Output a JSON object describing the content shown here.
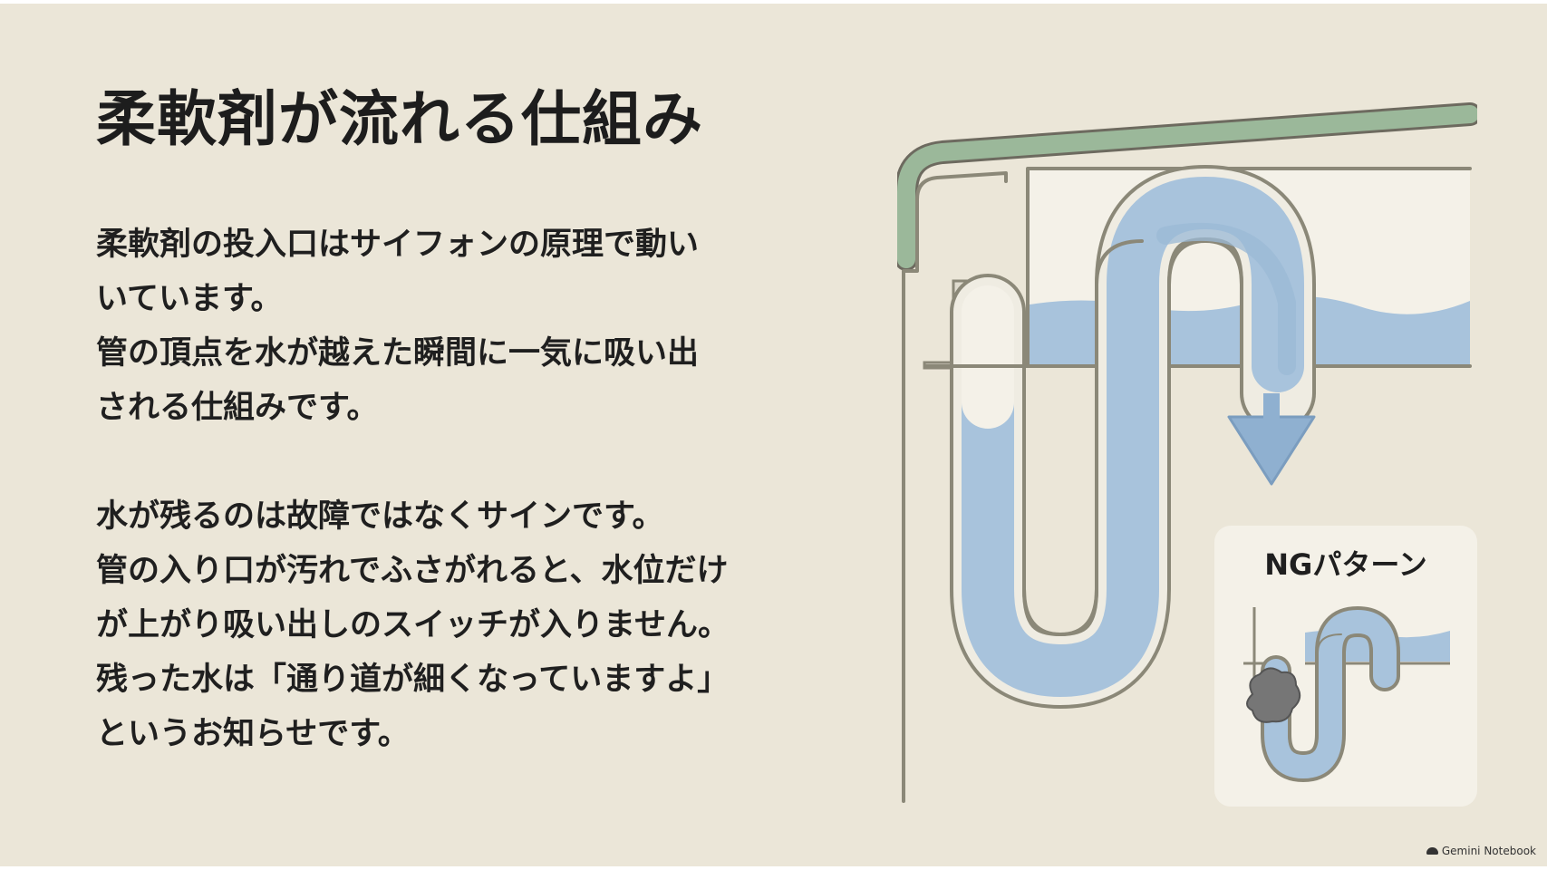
{
  "title": "柔軟剤が流れる仕組み",
  "paragraphs": [
    {
      "lines": [
        "柔軟剤の投入口はサイフォンの原理で動い",
        "いています。",
        "管の頂点を水が越えた瞬間に一気に吸い出",
        "される仕組みです。"
      ]
    },
    {
      "lines": [
        "水が残るのは故障ではなくサインです。",
        "管の入り口が汚れでふさがれると、水位だけ",
        "が上がり吸い出しのスイッチが入りません。",
        "残った水は「通り道が細くなっていますよ」",
        "というお知らせです。"
      ]
    }
  ],
  "ng_panel": {
    "label": "NGパターン"
  },
  "brand": "Gemini Notebook",
  "colors": {
    "background": "#ebe6d8",
    "pipe_outline": "#8b8878",
    "water": "#a8c3dc",
    "lid_green": "#9bb89a",
    "clog": "#767676"
  }
}
